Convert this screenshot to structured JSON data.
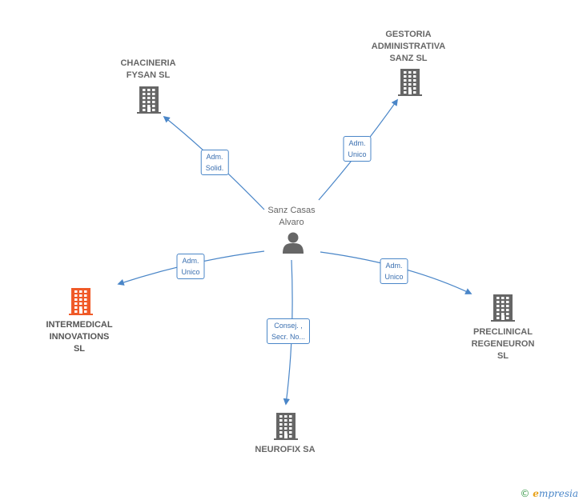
{
  "center": {
    "label": "Sanz Casas\nAlvaro",
    "icon": "person-icon"
  },
  "nodes": [
    {
      "id": "chacineria",
      "label": "CHACINERIA\nFYSAN SL",
      "icon": "building-icon",
      "color": "#666666"
    },
    {
      "id": "gestoria",
      "label": "GESTORIA\nADMINISTRATIVA\nSANZ SL",
      "icon": "building-icon",
      "color": "#666666"
    },
    {
      "id": "intermedical",
      "label": "INTERMEDICAL\nINNOVATIONS\nSL",
      "icon": "building-icon",
      "color": "#f05a28"
    },
    {
      "id": "preclinical",
      "label": "PRECLINICAL\nREGENEURON\nSL",
      "icon": "building-icon",
      "color": "#666666"
    },
    {
      "id": "neurofix",
      "label": "NEUROFIX SA",
      "icon": "building-icon",
      "color": "#666666"
    }
  ],
  "edges": [
    {
      "to": "chacineria",
      "label": "Adm.\nSolid."
    },
    {
      "to": "gestoria",
      "label": "Adm.\nUnico"
    },
    {
      "to": "intermedical",
      "label": "Adm.\nUnico"
    },
    {
      "to": "preclinical",
      "label": "Adm.\nUnico"
    },
    {
      "to": "neurofix",
      "label": "Consej. ,\nSecr. No..."
    }
  ],
  "colors": {
    "edge": "#4a86c8",
    "accent": "#f05a28",
    "node": "#666666"
  },
  "brand": {
    "copyright": "©",
    "initial": "e",
    "rest": "mpresia"
  }
}
